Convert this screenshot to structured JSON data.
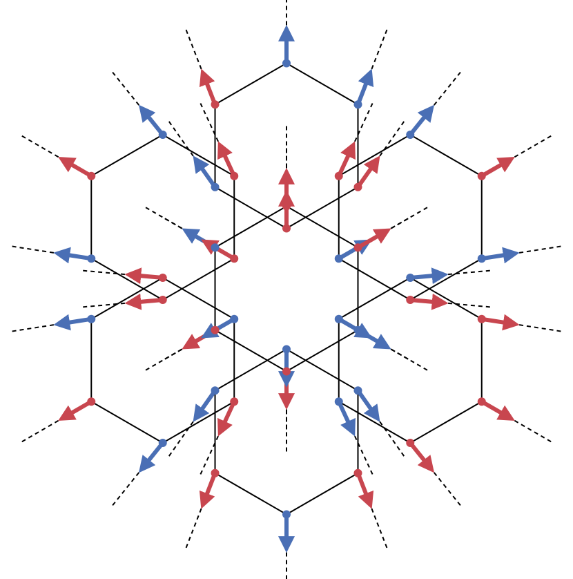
{
  "diagram": {
    "type": "hexagonal-lattice",
    "hexagon_count": 7,
    "colors": {
      "background": "#ffffff",
      "edge": "#000000",
      "interior_vertex": "#000000",
      "boundary_dashed_line": "#000000",
      "red_arrow": "#c8464f",
      "blue_arrow": "#4a6fb5"
    },
    "boundary_arrow_colors_clockwise_from_top": [
      "red",
      "red",
      "blue",
      "blue",
      "red",
      "red",
      "blue",
      "blue",
      "red",
      "red",
      "blue",
      "blue"
    ]
  }
}
